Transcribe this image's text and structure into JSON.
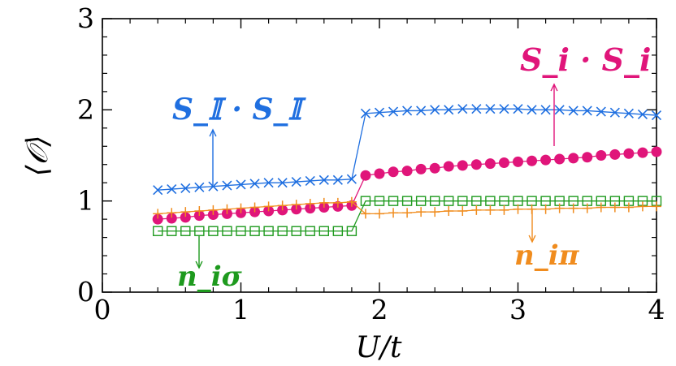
{
  "chart_data": {
    "type": "scatter",
    "title": "",
    "xlabel": "U/t",
    "ylabel": "⟨𝒪⟩",
    "xlim": [
      0,
      4
    ],
    "ylim": [
      0,
      3
    ],
    "xticks": [
      "0",
      "1",
      "2",
      "3",
      "4"
    ],
    "yticks": [
      "0",
      "1",
      "2",
      "3"
    ],
    "grid": false,
    "series": [
      {
        "name": "S_𝕀 · S_𝕀",
        "marker": "x",
        "color": "#1f6fe0",
        "x": [
          0.4,
          0.5,
          0.6,
          0.7,
          0.8,
          0.9,
          1.0,
          1.1,
          1.2,
          1.3,
          1.4,
          1.5,
          1.6,
          1.7,
          1.8,
          1.9,
          2.0,
          2.1,
          2.2,
          2.3,
          2.4,
          2.5,
          2.6,
          2.7,
          2.8,
          2.9,
          3.0,
          3.1,
          3.2,
          3.3,
          3.4,
          3.5,
          3.6,
          3.7,
          3.8,
          3.9,
          4.0
        ],
        "y": [
          1.12,
          1.13,
          1.14,
          1.15,
          1.16,
          1.17,
          1.18,
          1.19,
          1.2,
          1.2,
          1.21,
          1.22,
          1.23,
          1.23,
          1.24,
          1.96,
          1.97,
          1.98,
          1.99,
          1.99,
          2.0,
          2.0,
          2.01,
          2.01,
          2.01,
          2.01,
          2.01,
          2.0,
          2.0,
          2.0,
          1.99,
          1.99,
          1.98,
          1.97,
          1.96,
          1.95,
          1.94
        ]
      },
      {
        "name": "S_i · S_i",
        "marker": "filled-circle",
        "color": "#e0157a",
        "x": [
          0.4,
          0.5,
          0.6,
          0.7,
          0.8,
          0.9,
          1.0,
          1.1,
          1.2,
          1.3,
          1.4,
          1.5,
          1.6,
          1.7,
          1.8,
          1.9,
          2.0,
          2.1,
          2.2,
          2.3,
          2.4,
          2.5,
          2.6,
          2.7,
          2.8,
          2.9,
          3.0,
          3.1,
          3.2,
          3.3,
          3.4,
          3.5,
          3.6,
          3.7,
          3.8,
          3.9,
          4.0
        ],
        "y": [
          0.8,
          0.81,
          0.82,
          0.84,
          0.85,
          0.86,
          0.87,
          0.88,
          0.89,
          0.9,
          0.91,
          0.92,
          0.93,
          0.94,
          0.95,
          1.28,
          1.3,
          1.32,
          1.33,
          1.35,
          1.36,
          1.38,
          1.39,
          1.4,
          1.41,
          1.42,
          1.43,
          1.44,
          1.45,
          1.46,
          1.47,
          1.48,
          1.5,
          1.51,
          1.52,
          1.53,
          1.54
        ]
      },
      {
        "name": "n_iσ",
        "marker": "open-square",
        "color": "#1e9a1e",
        "x": [
          0.4,
          0.5,
          0.6,
          0.7,
          0.8,
          0.9,
          1.0,
          1.1,
          1.2,
          1.3,
          1.4,
          1.5,
          1.6,
          1.7,
          1.8,
          1.9,
          2.0,
          2.1,
          2.2,
          2.3,
          2.4,
          2.5,
          2.6,
          2.7,
          2.8,
          2.9,
          3.0,
          3.1,
          3.2,
          3.3,
          3.4,
          3.5,
          3.6,
          3.7,
          3.8,
          3.9,
          4.0
        ],
        "y": [
          0.67,
          0.67,
          0.67,
          0.67,
          0.67,
          0.67,
          0.67,
          0.67,
          0.67,
          0.67,
          0.67,
          0.67,
          0.67,
          0.67,
          0.67,
          1.0,
          1.0,
          1.0,
          1.0,
          1.0,
          1.0,
          1.0,
          1.0,
          1.0,
          1.0,
          1.0,
          1.0,
          1.0,
          1.0,
          1.0,
          1.0,
          1.0,
          1.0,
          1.0,
          1.0,
          1.0,
          1.0
        ]
      },
      {
        "name": "n_iπ",
        "marker": "plus",
        "color": "#f08c1e",
        "x": [
          0.4,
          0.5,
          0.6,
          0.7,
          0.8,
          0.9,
          1.0,
          1.1,
          1.2,
          1.3,
          1.4,
          1.5,
          1.6,
          1.7,
          1.8,
          1.9,
          2.0,
          2.1,
          2.2,
          2.3,
          2.4,
          2.5,
          2.6,
          2.7,
          2.8,
          2.9,
          3.0,
          3.1,
          3.2,
          3.3,
          3.4,
          3.5,
          3.6,
          3.7,
          3.8,
          3.9,
          4.0
        ],
        "y": [
          0.86,
          0.87,
          0.88,
          0.89,
          0.9,
          0.91,
          0.92,
          0.93,
          0.94,
          0.95,
          0.96,
          0.97,
          0.98,
          0.98,
          0.99,
          0.86,
          0.86,
          0.87,
          0.87,
          0.88,
          0.88,
          0.89,
          0.89,
          0.9,
          0.9,
          0.9,
          0.91,
          0.91,
          0.91,
          0.92,
          0.92,
          0.92,
          0.93,
          0.93,
          0.93,
          0.94,
          0.94
        ]
      }
    ],
    "annotations": [
      {
        "text": "S_𝕀 · S_𝕀",
        "series": 0,
        "color": "#1f6fe0"
      },
      {
        "text": "S_i · S_i",
        "series": 1,
        "color": "#e0157a"
      },
      {
        "text": "n_iσ",
        "series": 2,
        "color": "#1e9a1e"
      },
      {
        "text": "n_iπ",
        "series": 3,
        "color": "#f08c1e"
      }
    ]
  }
}
